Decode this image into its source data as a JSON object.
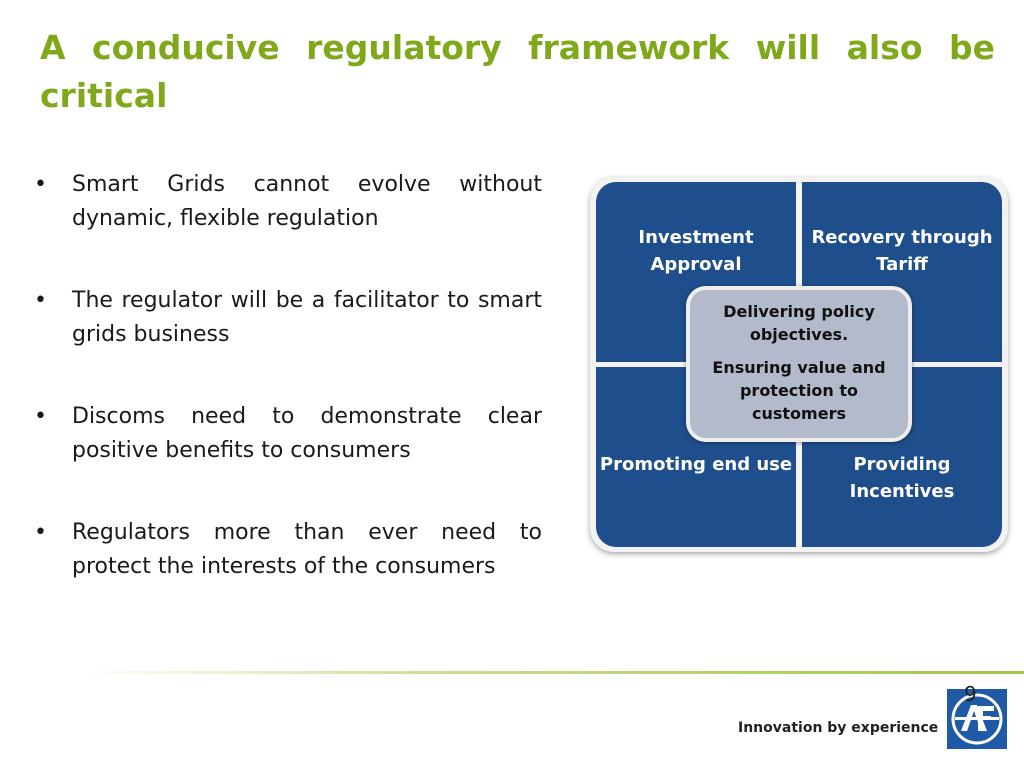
{
  "slide": {
    "title": "A conducive regulatory framework will also be critical",
    "bullets": [
      "Smart Grids cannot evolve without dynamic, flexible regulation",
      "The regulator will be a facilitator to smart grids business",
      "Discoms need to demonstrate clear positive benefits to consumers",
      "Regulators more than ever need to protect the interests of the consumers"
    ],
    "bullet_symbol": "•",
    "matrix": {
      "top_left": "Investment Approval",
      "top_right": "Recovery through Tariff",
      "bottom_left": "Promoting end use",
      "bottom_right": "Providing Incentives",
      "center_line1": "Delivering policy objectives.",
      "center_line2": "Ensuring value and protection to customers"
    },
    "page_number": "9",
    "tagline": "Innovation by experience",
    "colors": {
      "title": "#7fa81b",
      "quadrant": "#1f4e8c",
      "center": "#b3bacb",
      "logo": "#1f5aa6"
    },
    "logo_icon": "af-logo-icon"
  }
}
